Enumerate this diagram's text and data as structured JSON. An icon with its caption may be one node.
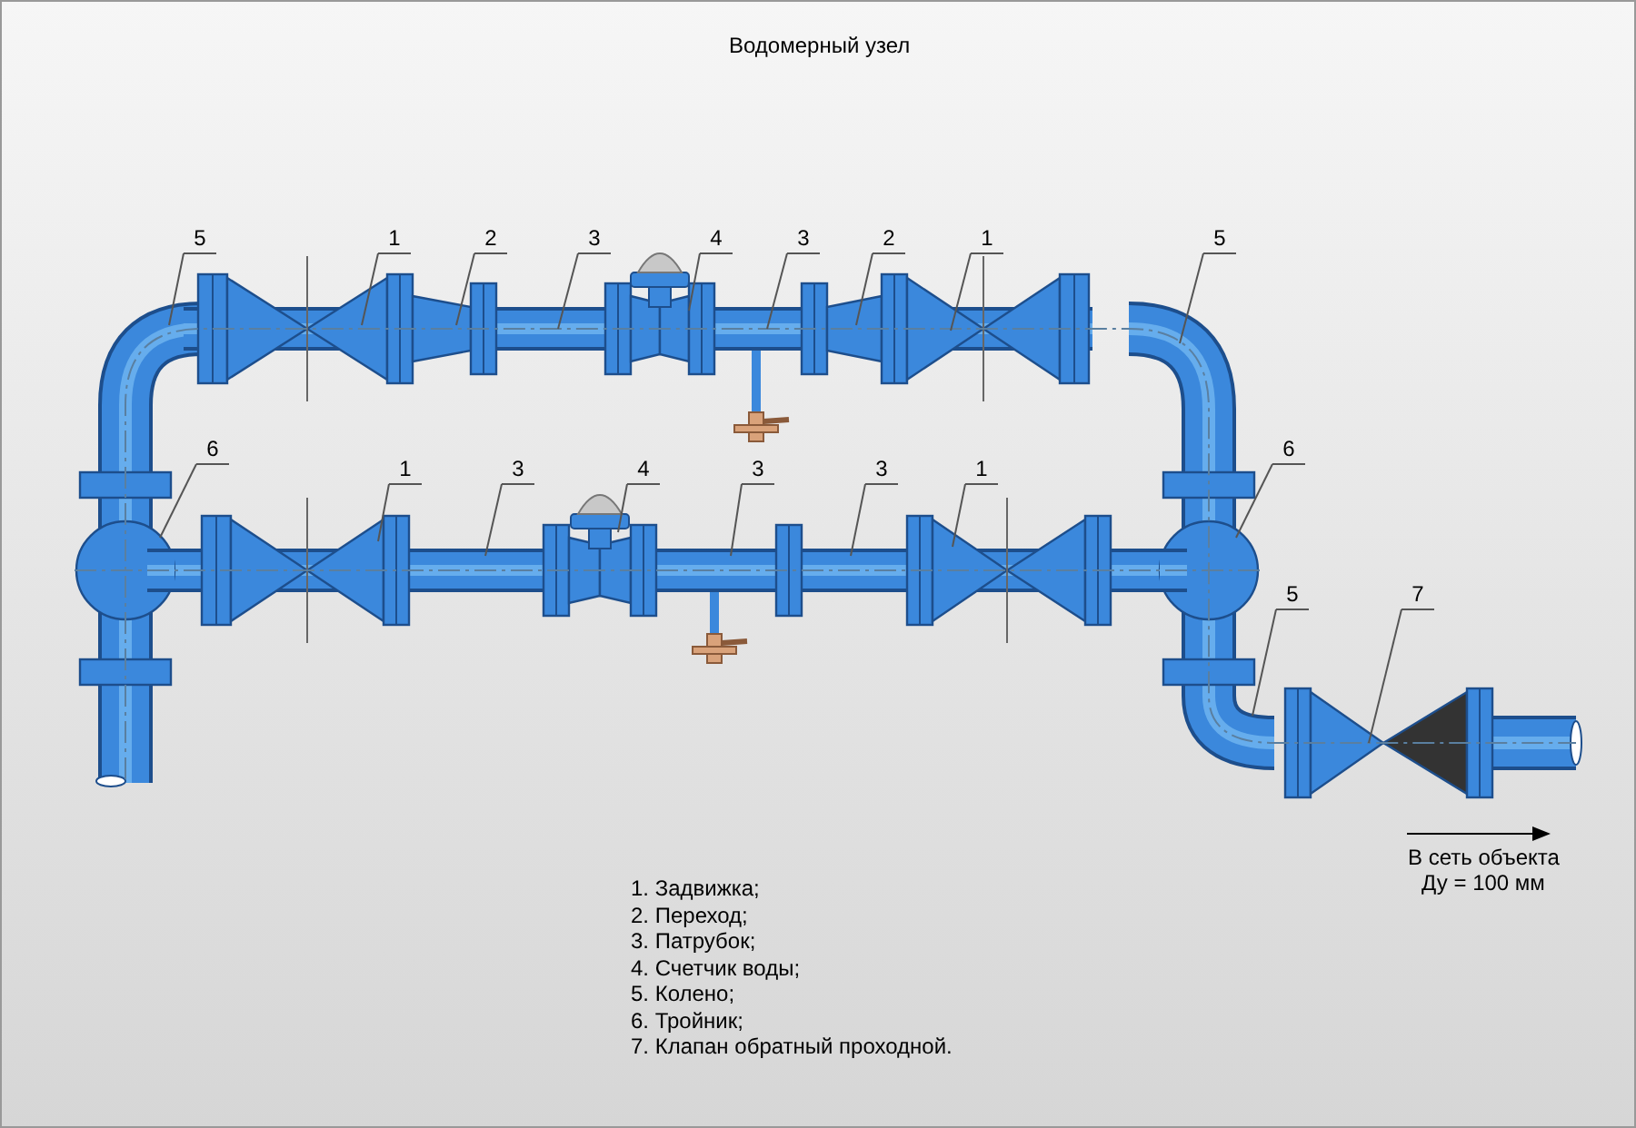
{
  "diagram": {
    "title": "Водомерный узел",
    "nodes": [
      {
        "text": [
          "5"
        ]
      },
      {
        "text": [
          "1"
        ]
      },
      {
        "text": [
          "2"
        ]
      },
      {
        "text": [
          "3"
        ]
      },
      {
        "text": [
          "4"
        ]
      },
      {
        "text": [
          "3"
        ]
      },
      {
        "text": [
          "2"
        ]
      },
      {
        "text": [
          "1"
        ]
      },
      {
        "text": [
          "5"
        ]
      },
      {
        "text": [
          "6"
        ]
      },
      {
        "text": [
          "1"
        ]
      },
      {
        "text": [
          "3"
        ]
      },
      {
        "text": [
          "4"
        ]
      },
      {
        "text": [
          "3"
        ]
      },
      {
        "text": [
          "3"
        ]
      },
      {
        "text": [
          "1"
        ]
      },
      {
        "text": [
          "6"
        ]
      },
      {
        "text": [
          "5"
        ]
      },
      {
        "text": [
          "7"
        ]
      }
    ],
    "edges": [
      {
        "from": 0,
        "to": null,
        "arrow": "none"
      },
      {
        "from": 1,
        "to": null,
        "arrow": "none"
      },
      {
        "from": 2,
        "to": null,
        "arrow": "none"
      },
      {
        "from": 3,
        "to": null,
        "arrow": "none"
      },
      {
        "from": 4,
        "to": null,
        "arrow": "none"
      },
      {
        "from": 5,
        "to": null,
        "arrow": "none"
      },
      {
        "from": 6,
        "to": null,
        "arrow": "none"
      },
      {
        "from": 7,
        "to": null,
        "arrow": "none"
      },
      {
        "from": 8,
        "to": null,
        "arrow": "none"
      },
      {
        "from": 9,
        "to": null,
        "arrow": "none"
      },
      {
        "from": 10,
        "to": null,
        "arrow": "none"
      },
      {
        "from": 11,
        "to": null,
        "arrow": "none"
      },
      {
        "from": 12,
        "to": null,
        "arrow": "none"
      },
      {
        "from": 13,
        "to": null,
        "arrow": "none"
      },
      {
        "from": 14,
        "to": null,
        "arrow": "none"
      },
      {
        "from": 15,
        "to": null,
        "arrow": "none"
      },
      {
        "from": 16,
        "to": null,
        "arrow": "none"
      },
      {
        "from": 17,
        "to": null,
        "arrow": "none"
      },
      {
        "from": 18,
        "to": null,
        "arrow": "none"
      }
    ],
    "labels": [
      "В сеть объекта",
      "Ду = 100 мм",
      "1. Задвижка;",
      "2. Переход;",
      "3. Патрубок;",
      "4. Счетчик воды;",
      "5. Колено;",
      "6. Тройник;",
      "7. Клапан обратный проходной."
    ]
  }
}
